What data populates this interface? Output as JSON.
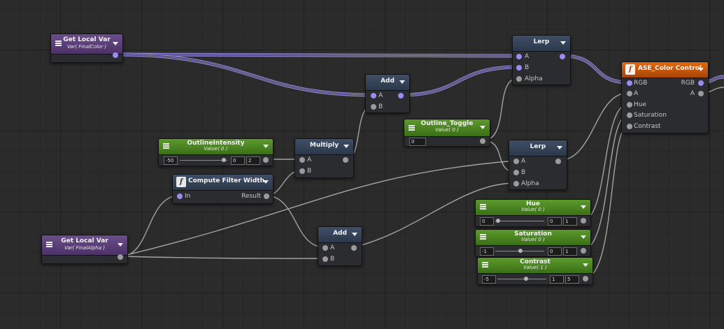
{
  "nodes": {
    "get_local_var_color": {
      "title": "Get Local Var",
      "subtitle": "Var( FinalColor )"
    },
    "get_local_var_alpha": {
      "title": "Get Local Var",
      "subtitle": "Var( FinalAlpha )"
    },
    "lerp_top": {
      "title": "Lerp",
      "inputs": [
        "A",
        "B",
        "Alpha"
      ]
    },
    "lerp_mid": {
      "title": "Lerp",
      "inputs": [
        "A",
        "B",
        "Alpha"
      ]
    },
    "add_top": {
      "title": "Add",
      "inputs": [
        "A",
        "B"
      ]
    },
    "add_bottom": {
      "title": "Add",
      "inputs": [
        "A",
        "B"
      ]
    },
    "multiply": {
      "title": "Multiply",
      "inputs": [
        "A",
        "B"
      ]
    },
    "outline_intensity": {
      "title": "OutlineIntensity",
      "subtitle": "Value( 0 )",
      "min": "-50",
      "value": "0",
      "max": "2"
    },
    "outline_toggle": {
      "title": "Outline_Toggle",
      "subtitle": "Value( 0 )",
      "value": "0"
    },
    "compute_filter_width": {
      "title": "Compute Filter Width",
      "input": "In",
      "output": "Result"
    },
    "hue": {
      "title": "Hue",
      "subtitle": "Value( 0 )",
      "min": "0",
      "value": "0",
      "max": "1"
    },
    "saturation": {
      "title": "Saturation",
      "subtitle": "Value( 0 )",
      "min": "-1",
      "value": "0",
      "max": "1"
    },
    "contrast": {
      "title": "Contrast",
      "subtitle": "Value( 1 )",
      "min": "-5",
      "value": "1",
      "max": "5"
    },
    "ase_color_control": {
      "title": "ASE_Color Control",
      "inputs": [
        "RGB",
        "A",
        "Hue",
        "Saturation",
        "Contrast"
      ],
      "outputs": [
        "RGB",
        "A"
      ]
    }
  },
  "icons": [
    "menu-icon",
    "dropdown-caret-icon",
    "function-icon"
  ],
  "colors": {
    "canvas": "#2b2b2b",
    "node_header_blue": "#36455a",
    "node_header_green": "#4c8423",
    "node_header_purple": "#5c3f7a",
    "node_header_orange": "#d0600a",
    "vector_pin": "#9b8cf2",
    "wire_vector": "#8f86d6",
    "wire_scalar": "#a3a3a3"
  }
}
